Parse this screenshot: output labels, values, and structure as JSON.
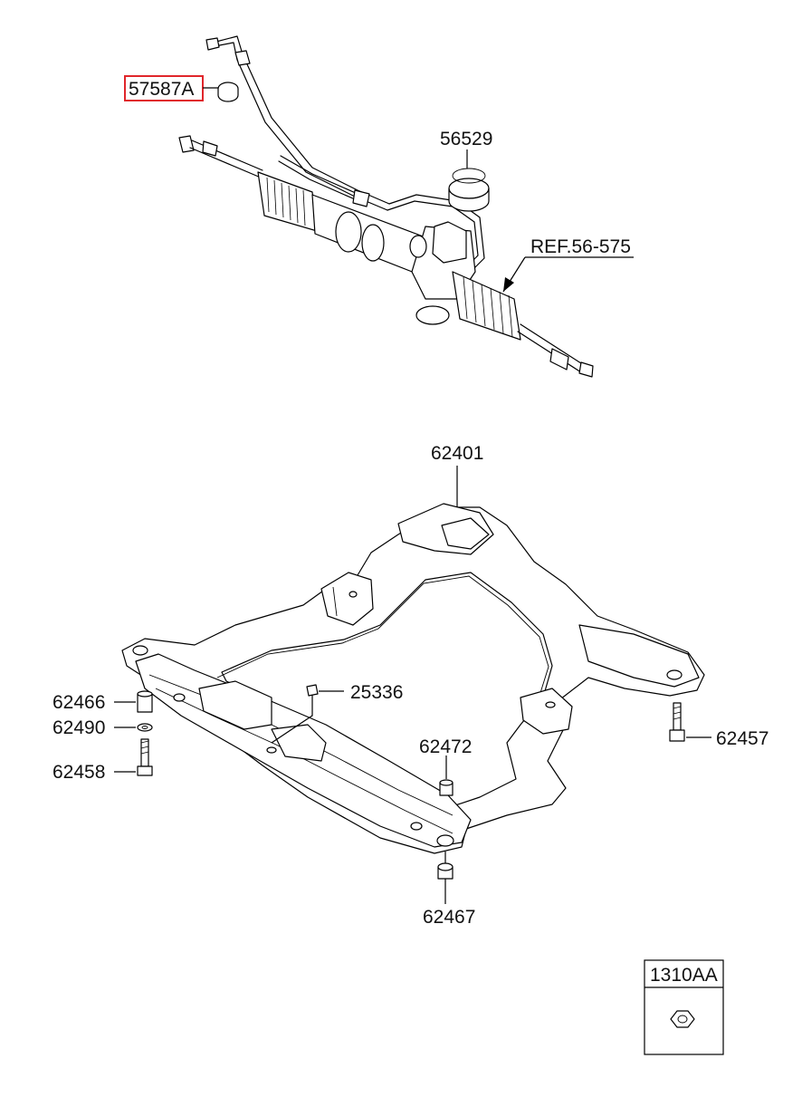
{
  "parts": {
    "p57587A": "57587A",
    "p56529": "56529",
    "ref": "REF.56-575",
    "p62401": "62401",
    "p25336": "25336",
    "p62466": "62466",
    "p62490": "62490",
    "p62458": "62458",
    "p62472": "62472",
    "p62457": "62457",
    "p62467": "62467",
    "p1310AA": "1310AA"
  },
  "colors": {
    "highlight": "#e0262b",
    "line": "#000000"
  }
}
